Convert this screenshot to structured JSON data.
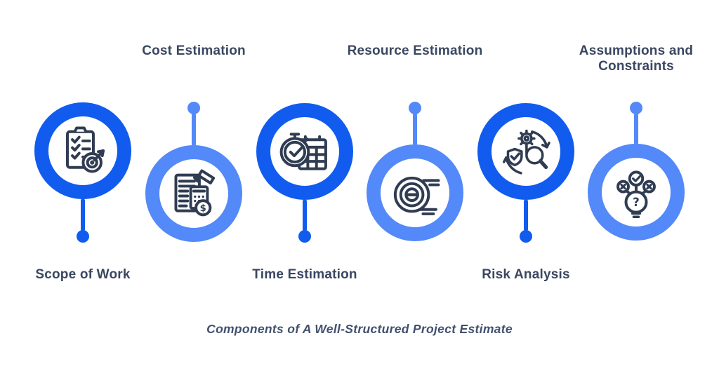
{
  "colors": {
    "dark_blue": "#115CEE",
    "light_blue": "#5389F8",
    "icon_navy": "#303C52",
    "label_navy": "#3A4760",
    "caption_navy": "#41506E"
  },
  "milestones": [
    {
      "label": "Scope of Work",
      "icon": "clipboard-checklist-target-icon",
      "ring": "dark-blue",
      "label_position": "below"
    },
    {
      "label": "Cost Estimation",
      "icon": "invoice-calculator-dollar-icon",
      "ring": "light-blue",
      "label_position": "above"
    },
    {
      "label": "Time Estimation",
      "icon": "stopwatch-calendar-icon",
      "ring": "dark-blue",
      "label_position": "below"
    },
    {
      "label": "Resource Estimation",
      "icon": "cable-coil-icon",
      "ring": "light-blue",
      "label_position": "above"
    },
    {
      "label": "Risk Analysis",
      "icon": "shield-gear-magnifier-cycle-icon",
      "ring": "dark-blue",
      "label_position": "below"
    },
    {
      "label": "Assumptions and Constraints",
      "icon": "lightbulb-question-decision-icon",
      "ring": "light-blue",
      "label_position": "above"
    }
  ],
  "caption": {
    "text": "Components of A Well-Structured Project Estimate"
  }
}
